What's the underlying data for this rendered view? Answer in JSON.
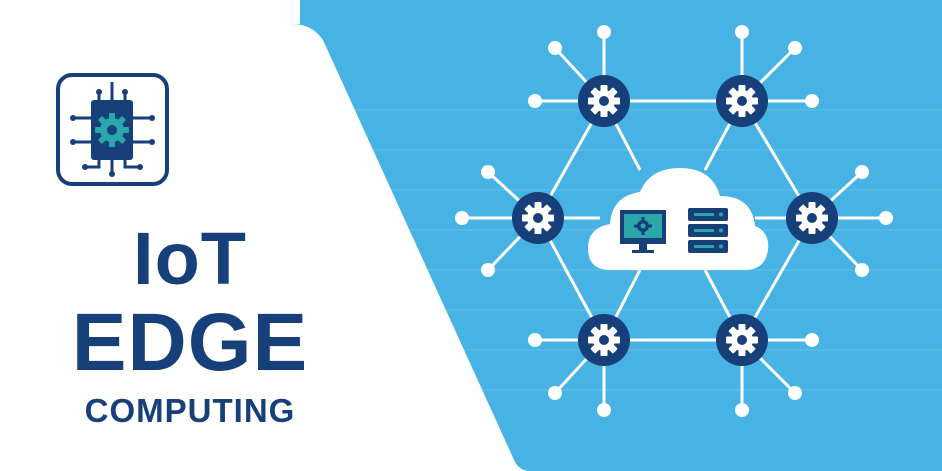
{
  "title": {
    "line1": "IoT",
    "line2": "EDGE",
    "line3": "COMPUTING"
  },
  "colors": {
    "navy": "#173f7a",
    "sky": "#47b3e4",
    "sky_light": "#8fd2f0",
    "teal": "#2aa7a6",
    "white": "#ffffff"
  },
  "icons": {
    "logo": "iot-chip-gear-icon",
    "hub": "gear-icon",
    "cloud": "cloud-icon",
    "monitor": "monitor-gear-icon",
    "server": "server-rack-icon"
  }
}
